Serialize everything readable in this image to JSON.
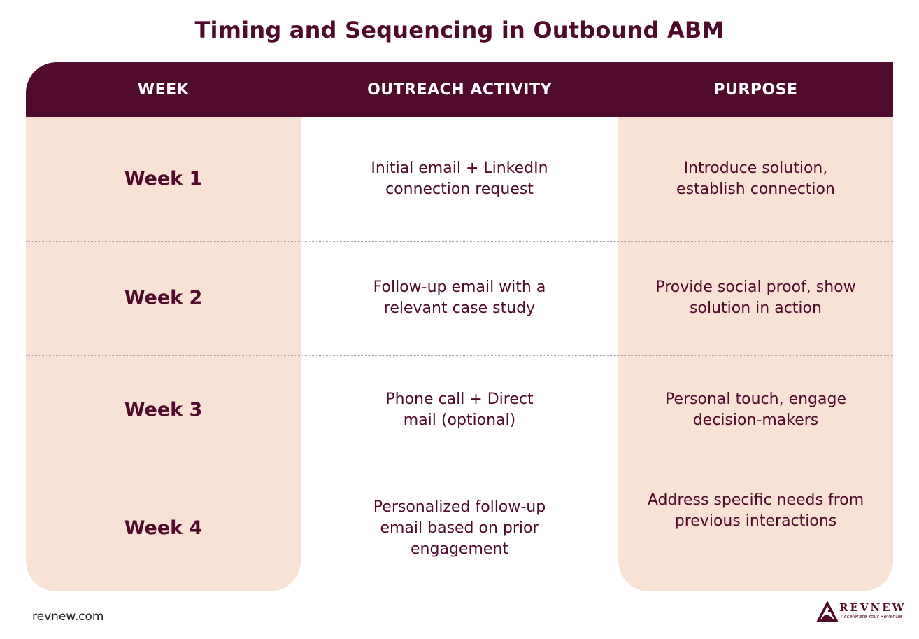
{
  "title": "Timing and Sequencing in Outbound ABM",
  "headers": [
    "WEEK",
    "OUTREACH ACTIVITY",
    "PURPOSE"
  ],
  "rows": [
    {
      "week": "Week 1",
      "activity": "Initial email + LinkedIn connection request",
      "purpose": "Introduce solution, establish connection"
    },
    {
      "week": "Week 2",
      "activity": "Follow-up email with a relevant case study",
      "purpose": "Provide social proof, show solution in action"
    },
    {
      "week": "Week 3",
      "activity": "Phone call + Direct mail (optional)",
      "purpose": "Personal touch, engage decision-makers"
    },
    {
      "week": "Week 4",
      "activity": "Personalized follow-up email based on prior engagement",
      "purpose": "Address specific needs from previous interactions"
    }
  ],
  "footer": {
    "url": "revnew.com"
  },
  "logo": {
    "name": "REVNEW",
    "tagline": "Accelerate Your Revenue",
    "icon": "mountain-logo-icon"
  },
  "colors": {
    "primary": "#4f0a2c",
    "shade": "#f8e2d6"
  }
}
